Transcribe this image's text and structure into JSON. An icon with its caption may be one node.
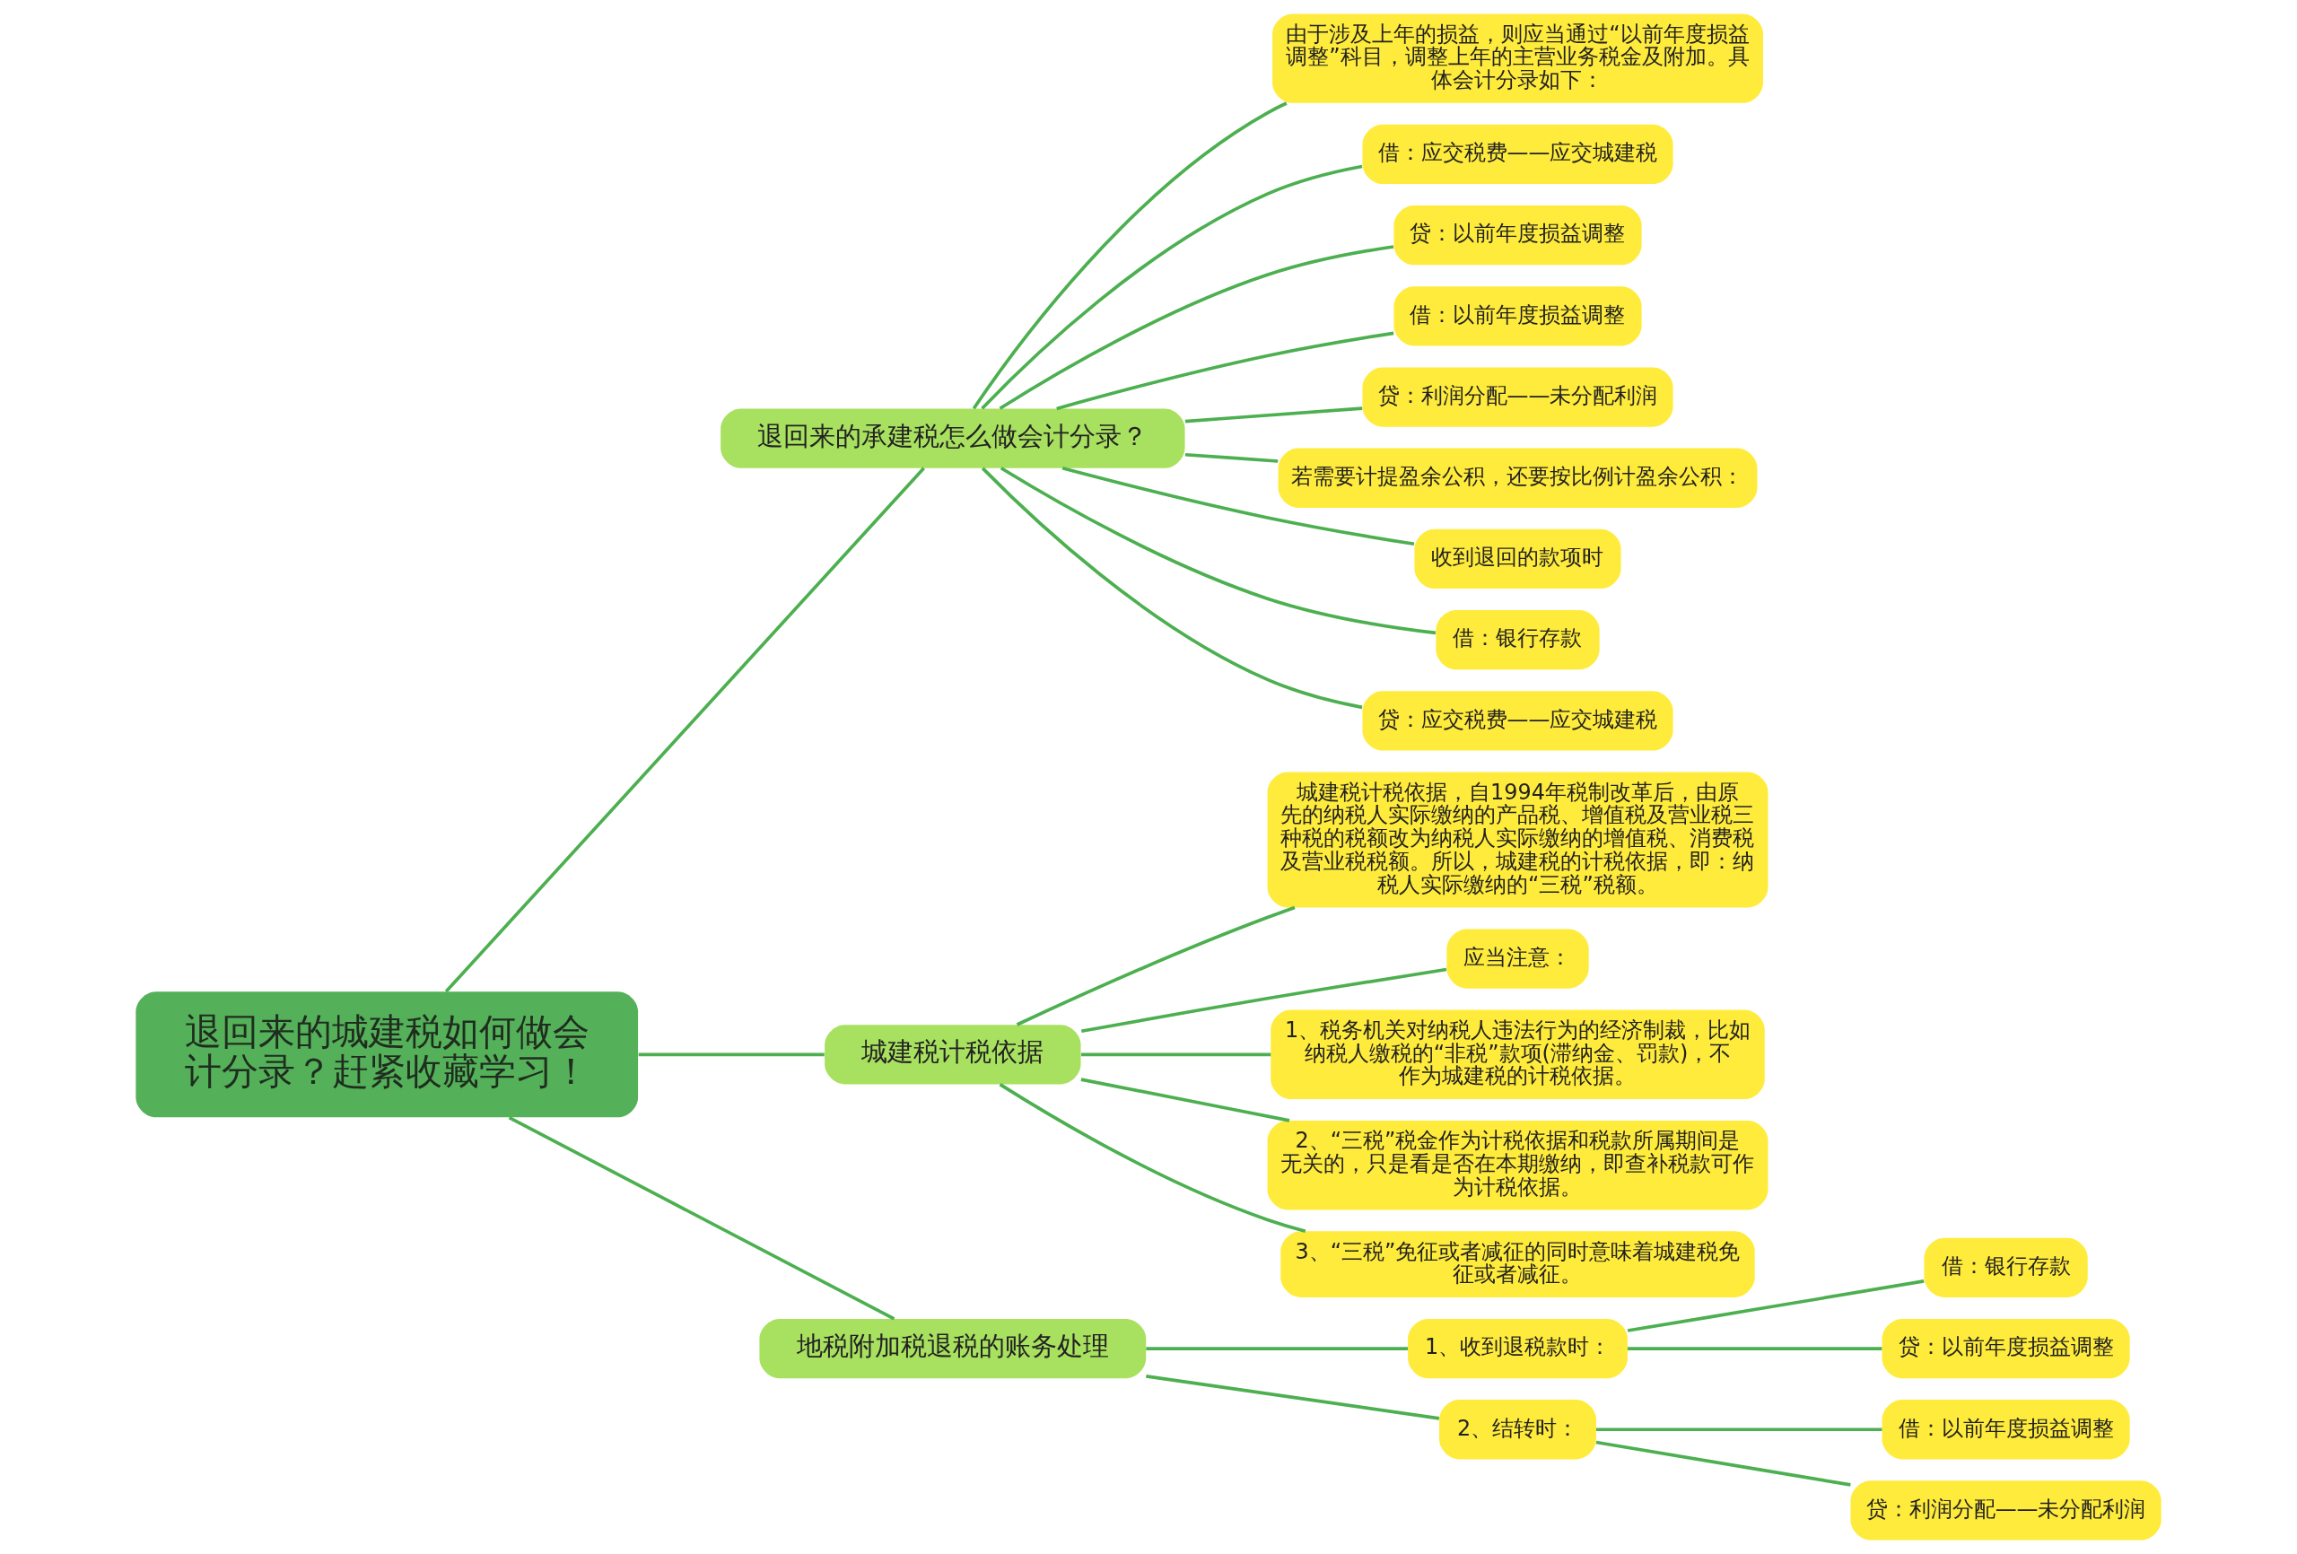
{
  "diagram": {
    "nodes": [
      {
        "text": [
          "退回来的城建税如何做会计分录？赶紧收藏学习！"
        ]
      },
      {
        "text": [
          "退回来的承建税怎么做会计分录？"
        ]
      },
      {
        "text": [
          "由于涉及上年的损益，则应当通过“以前年度损益调整”科目，调整上年的主营业务税金及附加。具体会计分录如下："
        ]
      },
      {
        "text": [
          "借：应交税费——应交城建税"
        ]
      },
      {
        "text": [
          "贷：以前年度损益调整"
        ]
      },
      {
        "text": [
          "借：以前年度损益调整"
        ]
      },
      {
        "text": [
          "贷：利润分配——未分配利润"
        ]
      },
      {
        "text": [
          "若需要计提盈余公积，还要按比例计盈余公积："
        ]
      },
      {
        "text": [
          "收到退回的款项时"
        ]
      },
      {
        "text": [
          "借：银行存款"
        ]
      },
      {
        "text": [
          "贷：应交税费——应交城建税"
        ]
      },
      {
        "text": [
          "城建税计税依据"
        ]
      },
      {
        "text": [
          "城建税计税依据，自1994年税制改革后，由原先的纳税人实际缴纳的产品税、增值税及营业税三种税的税额改为纳税人实际缴纳的增值税、消费税及营业税税额。所以，城建税的计税依据，即：纳税人实际缴纳的“三税”税额。"
        ]
      },
      {
        "text": [
          "应当注意："
        ]
      },
      {
        "text": [
          "1、税务机关对纳税人违法行为的经济制裁，比如纳税人缴税的“非税”款项(滞纳金、罚款)，不作为城建税的计税依据。"
        ]
      },
      {
        "text": [
          "2、“三税”税金作为计税依据和税款所属期间是无关的，只是看是否在本期缴纳，即查补税款可作为计税依据。"
        ]
      },
      {
        "text": [
          "3、“三税”免征或者减征的同时意味着城建税免征或者减征。"
        ]
      },
      {
        "text": [
          "地税附加税退税的账务处理"
        ]
      },
      {
        "text": [
          "1、收到退税款时："
        ]
      },
      {
        "text": [
          "借：银行存款"
        ]
      },
      {
        "text": [
          "贷：以前年度损益调整"
        ]
      },
      {
        "text": [
          "2、结转时："
        ]
      },
      {
        "text": [
          "借：以前年度损益调整"
        ]
      },
      {
        "text": [
          "贷：利润分配——未分配利润"
        ]
      }
    ],
    "edges": [
      {
        "from": 0,
        "to": 1,
        "arrow": "none"
      },
      {
        "from": 1,
        "to": 2,
        "arrow": "none"
      },
      {
        "from": 1,
        "to": 3,
        "arrow": "none"
      },
      {
        "from": 1,
        "to": 4,
        "arrow": "none"
      },
      {
        "from": 1,
        "to": 5,
        "arrow": "none"
      },
      {
        "from": 1,
        "to": 6,
        "arrow": "none"
      },
      {
        "from": 1,
        "to": 7,
        "arrow": "none"
      },
      {
        "from": 1,
        "to": 8,
        "arrow": "none"
      },
      {
        "from": 1,
        "to": 9,
        "arrow": "none"
      },
      {
        "from": 1,
        "to": 10,
        "arrow": "none"
      },
      {
        "from": 0,
        "to": 11,
        "arrow": "none"
      },
      {
        "from": 11,
        "to": 12,
        "arrow": "none"
      },
      {
        "from": 11,
        "to": 13,
        "arrow": "none"
      },
      {
        "from": 11,
        "to": 14,
        "arrow": "none"
      },
      {
        "from": 11,
        "to": 15,
        "arrow": "none"
      },
      {
        "from": 11,
        "to": 16,
        "arrow": "none"
      },
      {
        "from": 0,
        "to": 17,
        "arrow": "none"
      },
      {
        "from": 17,
        "to": 18,
        "arrow": "none"
      },
      {
        "from": 18,
        "to": 19,
        "arrow": "none"
      },
      {
        "from": 18,
        "to": 20,
        "arrow": "none"
      },
      {
        "from": 17,
        "to": 21,
        "arrow": "none"
      },
      {
        "from": 21,
        "to": 22,
        "arrow": "none"
      },
      {
        "from": 21,
        "to": 23,
        "arrow": "none"
      }
    ]
  }
}
